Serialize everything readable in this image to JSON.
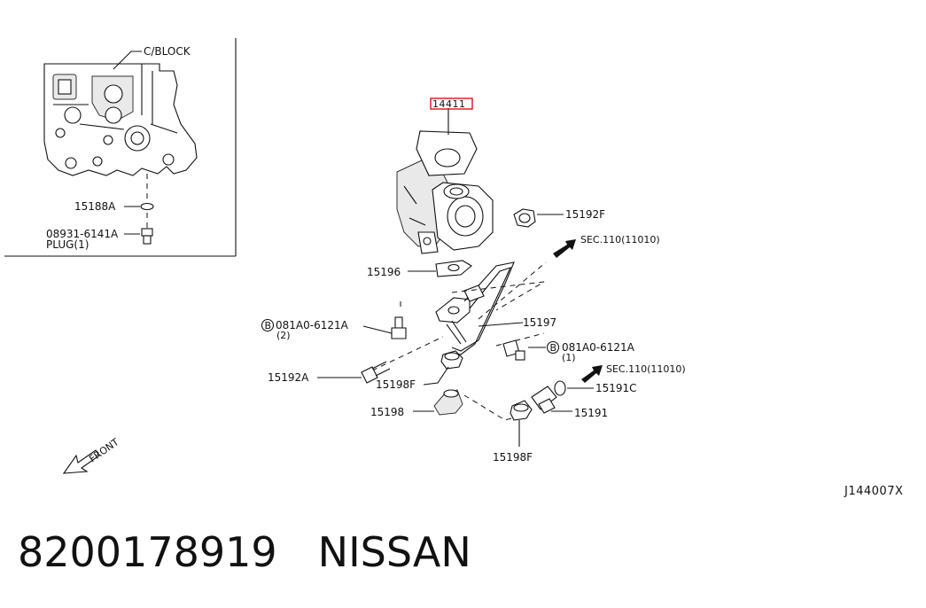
{
  "callouts": {
    "cblock": "C/BLOCK",
    "p15188a": "15188A",
    "p08931": "08931-6141A",
    "plug": "PLUG(1)",
    "p14411": "14411",
    "p15192f": "15192F",
    "sec_top": "SEC.110(11010)",
    "p15196": "15196",
    "bolt_left_num": "081A0-6121A",
    "bolt_left_qty": "(2)",
    "p15197": "15197",
    "bolt_right_num": "081A0-6121A",
    "bolt_right_qty": "(1)",
    "sec_bottom": "SEC.110(11010)",
    "p15192a": "15192A",
    "p15198f_a": "15198F",
    "p15191c": "15191C",
    "p15198": "15198",
    "p15191": "15191",
    "p15198f_b": "15198F",
    "front": "FRONT",
    "circle_b": "B"
  },
  "diagram_code": "J144007X",
  "highlight_color": "#e0101a",
  "footer": {
    "part_number": "8200178919",
    "brand": "NISSAN"
  }
}
